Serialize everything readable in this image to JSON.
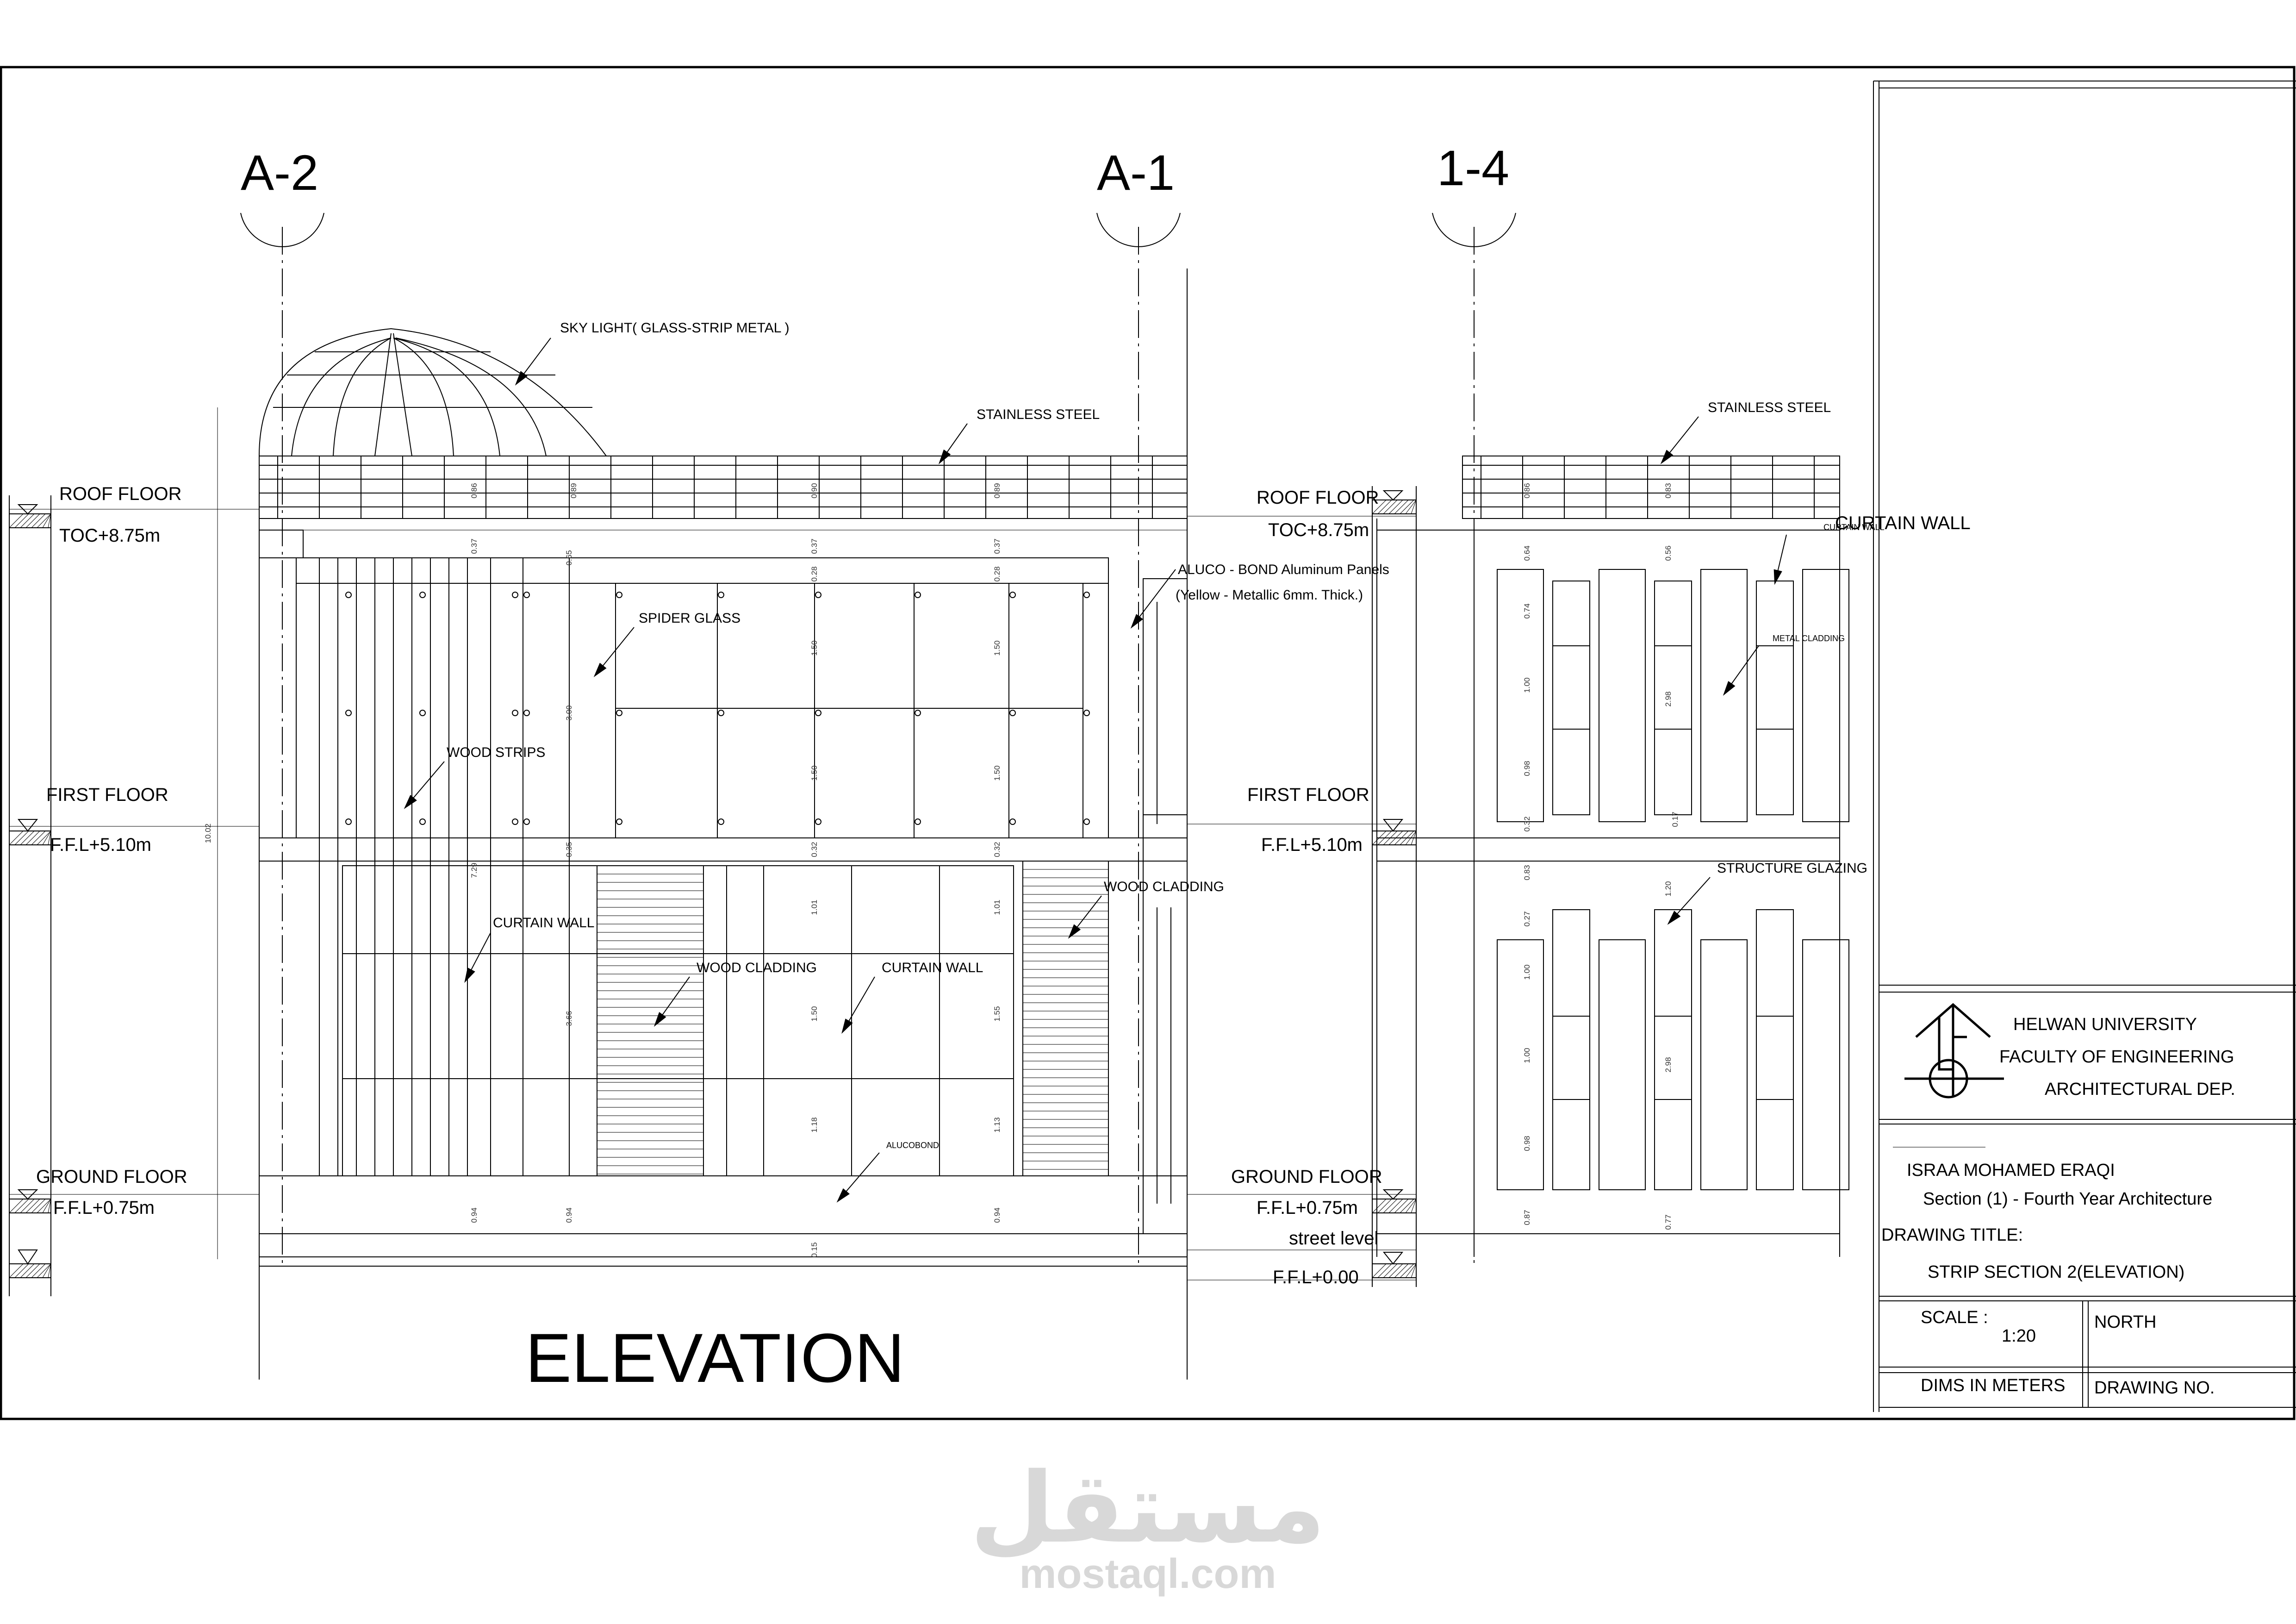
{
  "grid_labels": [
    "A-2",
    "A-1",
    "1-4"
  ],
  "levels": {
    "roof": {
      "name": "ROOF FLOOR",
      "value": "TOC+8.75m"
    },
    "first": {
      "name": "FIRST FLOOR",
      "value": "F.F.L+5.10m"
    },
    "ground": {
      "name": "GROUND FLOOR",
      "value": "F.F.L+0.75m"
    },
    "street": {
      "name": "street level",
      "value": "F.F.L+0.00"
    }
  },
  "notes": {
    "skylight": "SKY LIGHT( GLASS-STRIP METAL )",
    "stainless_1": "STAINLESS STEEL",
    "stainless_2": "STAINLESS STEEL",
    "aluco_1": "ALUCO - BOND Aluminum Panels",
    "aluco_2": "(Yellow - Metallic 6mm. Thick.)",
    "spider": "SPIDER GLASS",
    "wood_strips": "WOOD STRIPS",
    "curtain_wall_1": "CURTAIN WALL",
    "wood_cladding_1": "WOOD CLADDING",
    "curtain_wall_2": "CURTAIN WALL",
    "wood_cladding_2": "WOOD CLADDING",
    "alucobond": "ALUCOBOND",
    "curtain_wall_3": "CURTAIN WALL",
    "curtain_wall_small": "CURTAIN WALL",
    "metal_cladding": "METAL CLADDING",
    "structure_glazing": "STRUCTURE GLAZING"
  },
  "dims": {
    "d1": "0.86",
    "d2": "0.89",
    "d3": "0.90",
    "d4": "0.89",
    "d5": "0.37",
    "d6": "0.65",
    "d7": "0.37",
    "d8": "0.37",
    "d9": "0.28",
    "d10": "0.28",
    "d11": "1.50",
    "d12": "1.50",
    "d13": "3.00",
    "d14": "1.50",
    "d15": "1.50",
    "d16": "0.35",
    "d17": "0.32",
    "d18": "0.32",
    "d19": "7.29",
    "d20": "10.02",
    "d21": "1.01",
    "d22": "1.01",
    "d23": "3.66",
    "d24": "1.50",
    "d25": "1.55",
    "d26": "1.18",
    "d27": "1.13",
    "d28": "0.94",
    "d29": "0.94",
    "d30": "0.94",
    "d31": "0.15",
    "r1": "0.86",
    "r2": "0.83",
    "r3": "0.64",
    "r4": "0.56",
    "r5": "0.74",
    "r6": "1.00",
    "r7": "2.98",
    "r8": "0.98",
    "r9": "0.32",
    "r10": "0.17",
    "r11": "0.83",
    "r12": "0.27",
    "r13": "1.20",
    "r14": "1.00",
    "r15": "1.00",
    "r16": "2.98",
    "r17": "0.98",
    "r18": "0.87",
    "r19": "0.77"
  },
  "drawing_title": "ELEVATION",
  "title_block": {
    "university": "HELWAN  UNIVERSITY",
    "faculty": "FACULTY OF ENGINEERING",
    "department": "ARCHITECTURAL DEP.",
    "student": "ISRAA MOHAMED ERAQI",
    "section": "Section (1) - Fourth Year Architecture",
    "drawing_title_label": "DRAWING TITLE:",
    "drawing_title_value": "STRIP SECTION 2(ELEVATION)",
    "scale_label": "SCALE :",
    "scale_value": "1:20",
    "north_label": "NORTH",
    "dims_label": "DIMS IN METERS",
    "drawing_no_label": "DRAWING NO."
  },
  "watermark": {
    "arabic": "مستقل",
    "latin": "mostaql.com"
  }
}
